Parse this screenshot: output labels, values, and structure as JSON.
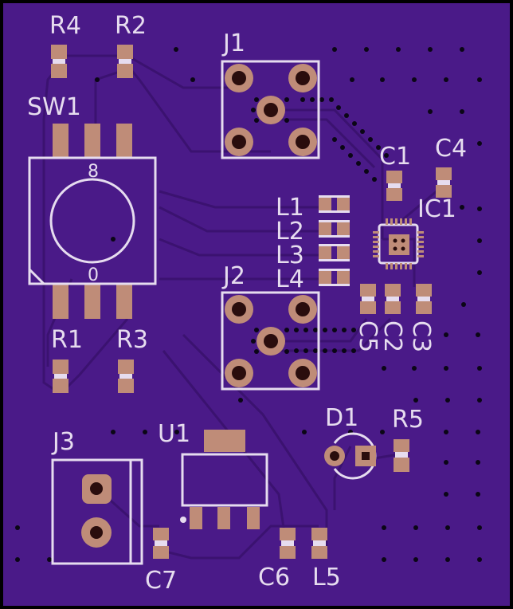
{
  "colors": {
    "board": "#4a1a88",
    "board_edge": "#000000",
    "trace": "#3d1473",
    "trace_edge": "#5a2aa0",
    "pad": "#bf8c78",
    "pad_dark": "#2a0d0d",
    "silk": "#e6dcef",
    "via": "#0b0616"
  },
  "labels": {
    "r4": "R4",
    "r2": "R2",
    "j1": "J1",
    "sw1": "SW1",
    "sw1_top": "8",
    "sw1_bottom": "0",
    "c1": "C1",
    "c4": "C4",
    "ic1": "IC1",
    "l1": "L1",
    "l2": "L2",
    "l3": "L3",
    "l4": "L4",
    "j2": "J2",
    "c5": "C5",
    "c2": "C2",
    "c3": "C3",
    "r1": "R1",
    "r3": "R3",
    "d1": "D1",
    "r5": "R5",
    "j3": "J3",
    "u1": "U1",
    "c7": "C7",
    "c6": "C6",
    "l5": "L5"
  }
}
